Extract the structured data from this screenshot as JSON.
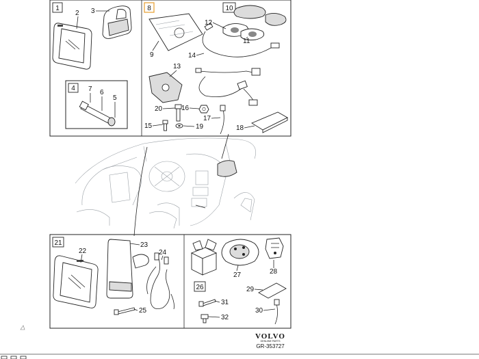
{
  "diagram": {
    "frame_labels": [
      "1",
      "4",
      "8",
      "10",
      "21",
      "26"
    ],
    "callouts": [
      "2",
      "3",
      "5",
      "6",
      "7",
      "9",
      "11",
      "12",
      "13",
      "14",
      "15",
      "16",
      "17",
      "18",
      "19",
      "20",
      "22",
      "23",
      "24",
      "25",
      "27",
      "28",
      "29",
      "30",
      "31",
      "32"
    ],
    "brand": "VOLVO",
    "brand_sub": "GENUINE PARTS",
    "figure_code": "GR-353727"
  },
  "colors": {
    "line": "#222222",
    "highlight_box": "#e8a33c",
    "car_lines": "#9aa0a6"
  }
}
